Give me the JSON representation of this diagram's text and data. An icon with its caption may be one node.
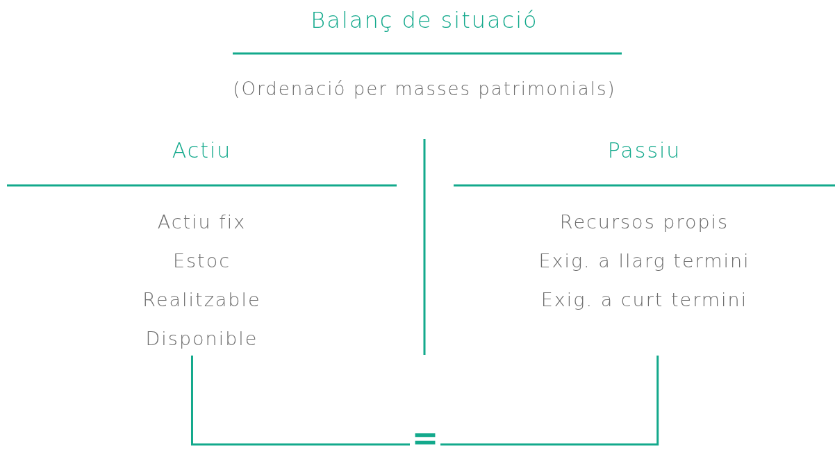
{
  "diagram": {
    "title": "Balanç de situació",
    "nodes": [
      {
        "text": [
          "Actiu",
          "Actiu fix",
          "Estoc",
          "Realitzable",
          "Disponible"
        ]
      },
      {
        "text": [
          "Passiu",
          "Recursos propis",
          "Exig. a llarg termini",
          "Exig. a curt termini"
        ]
      }
    ],
    "edges": [
      {
        "from": 0,
        "to": 1,
        "arrow": "none",
        "label": "="
      }
    ],
    "labels": [
      "(Ordenació per masses patrimonials)"
    ]
  }
}
